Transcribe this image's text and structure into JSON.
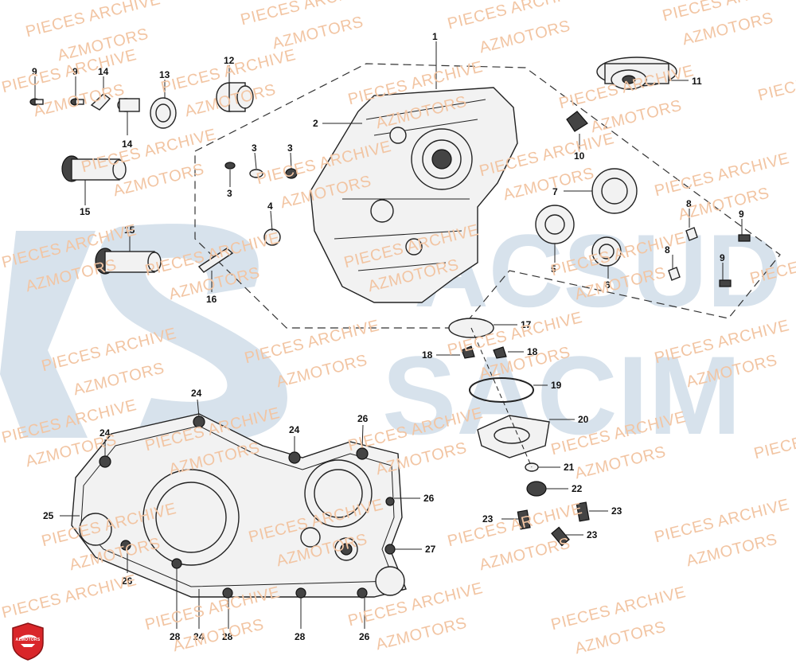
{
  "watermark": {
    "line1": "PIECES ARCHIVE",
    "line2": "AZMOTORS",
    "brand_top": "ACSUD",
    "brand_bottom": "SACIM",
    "text_color": "#f2c5a3",
    "brand_color": "#d7e2ec"
  },
  "logo": {
    "text": "AZMOTORS",
    "color": "#d9262a"
  },
  "callouts": {
    "c1": "1",
    "c2": "2",
    "c3a": "3",
    "c3b": "3",
    "c3c": "3",
    "c4": "4",
    "c5": "5",
    "c6": "6",
    "c7": "7",
    "c8a": "8",
    "c8b": "8",
    "c9a": "9",
    "c9b": "9",
    "c9c": "9",
    "c9d": "9",
    "c10": "10",
    "c11": "11",
    "c12": "12",
    "c13": "13",
    "c14a": "14",
    "c14b": "14",
    "c15a": "15",
    "c15b": "15",
    "c16": "16",
    "c17": "17",
    "c18a": "18",
    "c18b": "18",
    "c19": "19",
    "c20": "20",
    "c21": "21",
    "c22": "22",
    "c23a": "23",
    "c23b": "23",
    "c23c": "23",
    "c24a": "24",
    "c24b": "24",
    "c24c": "24",
    "c24d": "24",
    "c25": "25",
    "c26a": "26",
    "c26b": "26",
    "c26c": "26",
    "c26d": "26",
    "c27": "27",
    "c28a": "28",
    "c28b": "28",
    "c28c": "28"
  }
}
